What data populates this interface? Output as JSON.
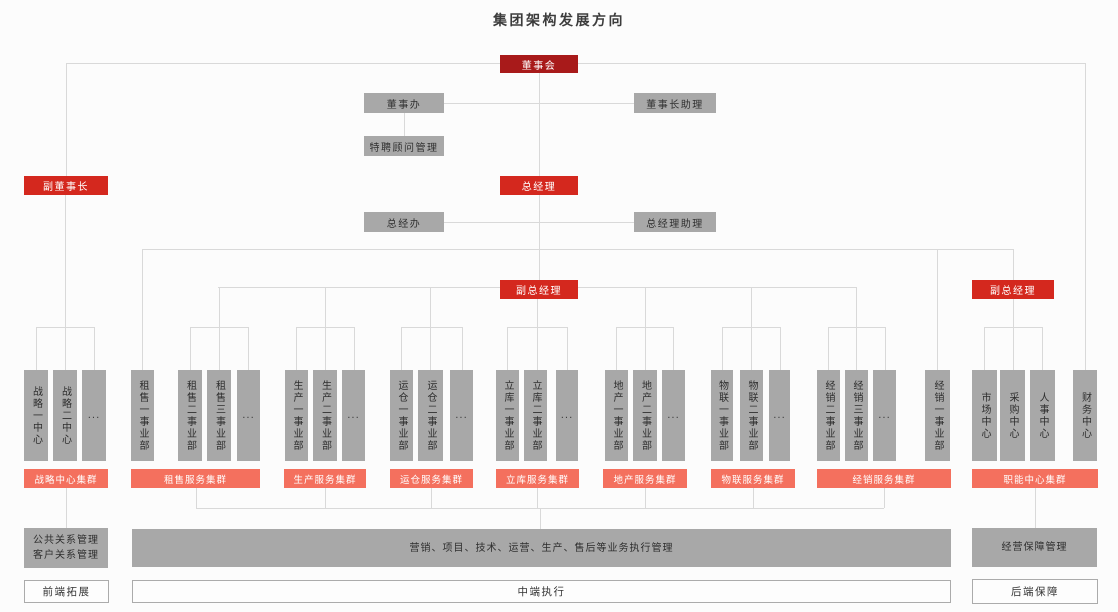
{
  "title": "集团架构发展方向",
  "colors": {
    "dark_red": "#A81A1A",
    "red": "#D4281E",
    "coral": "#F4705E",
    "gray_box": "#A8A8A8",
    "line": "#D9D9D9"
  },
  "nodes": {
    "board": "董事会",
    "board_office": "董事办",
    "chairman_assistant": "董事长助理",
    "advisor_management": "特聘顾问管理",
    "vice_chairman": "副董事长",
    "general_manager": "总经理",
    "gm_office": "总经办",
    "gm_assistant": "总经理助理",
    "deputy_gm_center": "副总经理",
    "deputy_gm_right": "副总经理"
  },
  "groups": [
    {
      "bar": "战略中心集群",
      "columns": [
        "战略一中心",
        "战略二中心",
        "..."
      ]
    },
    {
      "bar": "租售服务集群",
      "columns": [
        "租售一事业部",
        "租售二事业部",
        "租售三事业部",
        "..."
      ]
    },
    {
      "bar": "生产服务集群",
      "columns": [
        "生产一事业部",
        "生产二事业部",
        "..."
      ]
    },
    {
      "bar": "运仓服务集群",
      "columns": [
        "运仓一事业部",
        "运仓二事业部",
        "..."
      ]
    },
    {
      "bar": "立库服务集群",
      "columns": [
        "立库一事业部",
        "立库二事业部",
        "..."
      ]
    },
    {
      "bar": "地产服务集群",
      "columns": [
        "地产一事业部",
        "地产二事业部",
        "..."
      ]
    },
    {
      "bar": "物联服务集群",
      "columns": [
        "物联一事业部",
        "物联二事业部",
        "..."
      ]
    },
    {
      "bar": "经销服务集群",
      "columns": [
        "经销二事业部",
        "经销三事业部",
        "...",
        "经销一事业部"
      ]
    },
    {
      "bar": "职能中心集群",
      "columns": [
        "市场中心",
        "采购中心",
        "人事中心",
        "财务中心"
      ]
    }
  ],
  "bottom": {
    "front_lines": [
      "公共关系管理",
      "客户关系管理"
    ],
    "mid_box": "营销、项目、技术、运营、生产、售后等业务执行管理",
    "back_box": "经营保障管理",
    "front_stage": "前端拓展",
    "mid_stage": "中端执行",
    "back_stage": "后端保障"
  }
}
